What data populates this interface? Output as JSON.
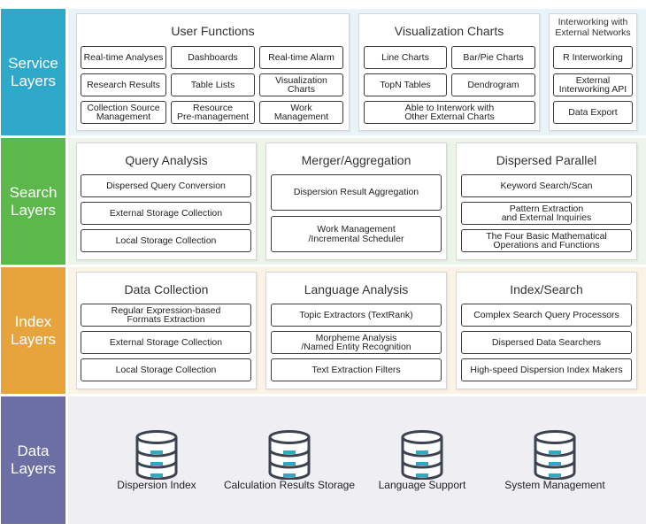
{
  "layers": {
    "service": {
      "label": [
        "Service",
        "Layers"
      ],
      "color": "#2ea9c9",
      "panels": {
        "user_functions": {
          "title": "User Functions",
          "items": [
            "Real-time Analyses",
            "Dashboards",
            "Real-time Alarm",
            "Research Results",
            "Table Lists",
            "Visualization\nCharts",
            "Collection Source\nManagement",
            "Resource\nPre-management",
            "Work\nManagement"
          ]
        },
        "visualization_charts": {
          "title": "Visualization Charts",
          "items": [
            "Line Charts",
            "Bar/Pie Charts",
            "TopN Tables",
            "Dendrogram",
            "Able to Interwork with\nOther External Charts"
          ]
        },
        "interworking": {
          "title": "Interworking with\nExternal Networks",
          "items": [
            "R Interworking",
            "External\nInterworking API",
            "Data Export"
          ]
        }
      }
    },
    "search": {
      "label": [
        "Search",
        "Layers"
      ],
      "color": "#5cb84a",
      "panels": {
        "query_analysis": {
          "title": "Query Analysis",
          "items": [
            "Dispersed Query Conversion",
            "External Storage Collection",
            "Local Storage Collection"
          ]
        },
        "merger": {
          "title": "Merger/Aggregation",
          "items": [
            "Dispersion Result Aggregation",
            "Work Management\n/Incremental Scheduler"
          ]
        },
        "dispersed_parallel": {
          "title": "Dispersed Parallel",
          "items": [
            "Keyword Search/Scan",
            "Pattern Extraction\nand External Inquiries",
            "The Four Basic Mathematical\nOperations and Functions"
          ]
        }
      }
    },
    "index": {
      "label": [
        "Index",
        "Layers"
      ],
      "color": "#e8a43c",
      "panels": {
        "data_collection": {
          "title": "Data Collection",
          "items": [
            "Regular Expression-based\nFormats Extraction",
            "External Storage Collection",
            "Local Storage Collection"
          ]
        },
        "language_analysis": {
          "title": "Language Analysis",
          "items": [
            "Topic Extractors (TextRank)",
            "Morpheme Analysis\n/Named Entity Recognition",
            "Text Extraction Filters"
          ]
        },
        "index_search": {
          "title": "Index/Search",
          "items": [
            "Complex Search Query Processors",
            "Dispersed Data Searchers",
            "High-speed Dispersion Index Makers"
          ]
        }
      }
    },
    "data": {
      "label": [
        "Data",
        "Layers"
      ],
      "color": "#6b6fa3",
      "stores": [
        "Dispersion Index",
        "Calculation Results Storage",
        "Language Support",
        "System Management"
      ]
    }
  },
  "colors": {
    "service_bg": "#e8f4f8",
    "search_bg": "#edf5ea",
    "index_bg": "#fbf3e6",
    "data_bg": "#efeff3",
    "db_dark": "#3d4250",
    "db_accent": "#2ea9c9"
  }
}
